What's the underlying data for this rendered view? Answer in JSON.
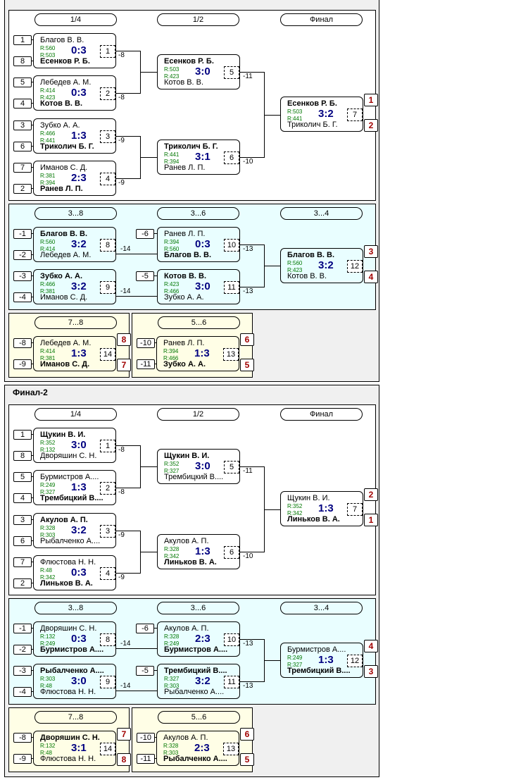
{
  "brackets": [
    {
      "title": "Финал-1",
      "main": {
        "headers": [
          "1/4",
          "1/2",
          "Финал"
        ],
        "qf": [
          {
            "seeds": [
              "1",
              "8"
            ],
            "top": "Благов В. В.",
            "bot": "Есенков Р. Б.",
            "top_r": "R:560",
            "bot_r": "R:503",
            "score": "0:3",
            "num": "1",
            "winner": "bot",
            "loser_label": "-8"
          },
          {
            "seeds": [
              "5",
              "4"
            ],
            "top": "Лебедев А. М.",
            "bot": "Котов В. В.",
            "top_r": "R:414",
            "bot_r": "R:423",
            "score": "0:3",
            "num": "2",
            "winner": "bot",
            "loser_label": "-8"
          },
          {
            "seeds": [
              "3",
              "6"
            ],
            "top": "Зубко А. А.",
            "bot": "Триколич Б. Г.",
            "top_r": "R:466",
            "bot_r": "R:441",
            "score": "1:3",
            "num": "3",
            "winner": "bot",
            "loser_label": "-9"
          },
          {
            "seeds": [
              "7",
              "2"
            ],
            "top": "Иманов С. Д.",
            "bot": "Ранев Л. П.",
            "top_r": "R:381",
            "bot_r": "R:394",
            "score": "2:3",
            "num": "4",
            "winner": "bot",
            "loser_label": "-9"
          }
        ],
        "sf": [
          {
            "top": "Есенков Р. Б.",
            "bot": "Котов В. В.",
            "top_r": "R:503",
            "bot_r": "R:423",
            "score": "3:0",
            "num": "5",
            "winner": "top",
            "loser_label": "-11"
          },
          {
            "top": "Триколич Б. Г.",
            "bot": "Ранев Л. П.",
            "top_r": "R:441",
            "bot_r": "R:394",
            "score": "3:1",
            "num": "6",
            "winner": "top",
            "loser_label": "-10"
          }
        ],
        "final": {
          "top": "Есенков Р. Б.",
          "bot": "Триколич Б. Г.",
          "top_r": "R:503",
          "bot_r": "R:441",
          "score": "3:2",
          "num": "7",
          "winner": "top",
          "places": [
            "1",
            "2"
          ]
        }
      },
      "cons": {
        "headers": [
          "3...8",
          "3...6",
          "3...4"
        ],
        "r1": [
          {
            "seeds": [
              "-1",
              "-2"
            ],
            "top": "Благов В. В.",
            "bot": "Лебедев А. М.",
            "top_r": "R:560",
            "bot_r": "R:414",
            "score": "3:2",
            "num": "8",
            "winner": "top",
            "loser_label": "-14"
          },
          {
            "seeds": [
              "-3",
              "-4"
            ],
            "top": "Зубко А. А.",
            "bot": "Иманов С. Д.",
            "top_r": "R:466",
            "bot_r": "R:381",
            "score": "3:2",
            "num": "9",
            "winner": "top",
            "loser_label": "-14"
          }
        ],
        "r2": [
          {
            "seed": "-6",
            "top": "Ранев Л. П.",
            "bot": "Благов В. В.",
            "top_r": "R:394",
            "bot_r": "R:560",
            "score": "0:3",
            "num": "10",
            "winner": "bot",
            "loser_label": "-13"
          },
          {
            "seed": "-5",
            "top": "Котов В. В.",
            "bot": "Зубко А. А.",
            "top_r": "R:423",
            "bot_r": "R:466",
            "score": "3:0",
            "num": "11",
            "winner": "top",
            "loser_label": "-13"
          }
        ],
        "final": {
          "top": "Благов В. В.",
          "bot": "Котов В. В.",
          "top_r": "R:560",
          "bot_r": "R:423",
          "score": "3:2",
          "num": "12",
          "winner": "top",
          "places": [
            "3",
            "4"
          ]
        }
      },
      "p78": {
        "header": "7...8",
        "seeds": [
          "-8",
          "-9"
        ],
        "top": "Лебедев А. М.",
        "bot": "Иманов С. Д.",
        "top_r": "R:414",
        "bot_r": "R:381",
        "score": "1:3",
        "num": "14",
        "winner": "bot",
        "places": [
          "8",
          "7"
        ]
      },
      "p56": {
        "header": "5...6",
        "seeds": [
          "-10",
          "-11"
        ],
        "top": "Ранев Л. П.",
        "bot": "Зубко А. А.",
        "top_r": "R:394",
        "bot_r": "R:466",
        "score": "1:3",
        "num": "13",
        "winner": "bot",
        "places": [
          "6",
          "5"
        ]
      }
    },
    {
      "title": "Финал-2",
      "main": {
        "headers": [
          "1/4",
          "1/2",
          "Финал"
        ],
        "qf": [
          {
            "seeds": [
              "1",
              "8"
            ],
            "top": "Щукин В. И.",
            "bot": "Дворяшин С. Н.",
            "top_r": "R:352",
            "bot_r": "R:132",
            "score": "3:0",
            "num": "1",
            "winner": "top",
            "loser_label": "-8"
          },
          {
            "seeds": [
              "5",
              "4"
            ],
            "top": "Бурмистров А....",
            "bot": "Трембицкий В....",
            "top_r": "R:249",
            "bot_r": "R:327",
            "score": "1:3",
            "num": "2",
            "winner": "bot",
            "loser_label": "-8"
          },
          {
            "seeds": [
              "3",
              "6"
            ],
            "top": "Акулов А. П.",
            "bot": "Рыбалченко А....",
            "top_r": "R:328",
            "bot_r": "R:303",
            "score": "3:2",
            "num": "3",
            "winner": "top",
            "loser_label": "-9"
          },
          {
            "seeds": [
              "7",
              "2"
            ],
            "top": "Флюстова Н. Н.",
            "bot": "Линьков В. А.",
            "top_r": "R:48",
            "bot_r": "R:342",
            "score": "0:3",
            "num": "4",
            "winner": "bot",
            "loser_label": "-9"
          }
        ],
        "sf": [
          {
            "top": "Щукин В. И.",
            "bot": "Трембицкий В....",
            "top_r": "R:352",
            "bot_r": "R:327",
            "score": "3:0",
            "num": "5",
            "winner": "top",
            "loser_label": "-11"
          },
          {
            "top": "Акулов А. П.",
            "bot": "Линьков В. А.",
            "top_r": "R:328",
            "bot_r": "R:342",
            "score": "1:3",
            "num": "6",
            "winner": "bot",
            "loser_label": "-10"
          }
        ],
        "final": {
          "top": "Щукин В. И.",
          "bot": "Линьков В. А.",
          "top_r": "R:352",
          "bot_r": "R:342",
          "score": "1:3",
          "num": "7",
          "winner": "bot",
          "places": [
            "2",
            "1"
          ]
        }
      },
      "cons": {
        "headers": [
          "3...8",
          "3...6",
          "3...4"
        ],
        "r1": [
          {
            "seeds": [
              "-1",
              "-2"
            ],
            "top": "Дворяшин С. Н.",
            "bot": "Бурмистров А....",
            "top_r": "R:132",
            "bot_r": "R:249",
            "score": "0:3",
            "num": "8",
            "winner": "bot",
            "loser_label": "-14"
          },
          {
            "seeds": [
              "-3",
              "-4"
            ],
            "top": "Рыбалченко А....",
            "bot": "Флюстова Н. Н.",
            "top_r": "R:303",
            "bot_r": "R:48",
            "score": "3:0",
            "num": "9",
            "winner": "top",
            "loser_label": "-14"
          }
        ],
        "r2": [
          {
            "seed": "-6",
            "top": "Акулов А. П.",
            "bot": "Бурмистров А....",
            "top_r": "R:328",
            "bot_r": "R:249",
            "score": "2:3",
            "num": "10",
            "winner": "bot",
            "loser_label": "-13"
          },
          {
            "seed": "-5",
            "top": "Трембицкий В....",
            "bot": "Рыбалченко А....",
            "top_r": "R:327",
            "bot_r": "R:303",
            "score": "3:2",
            "num": "11",
            "winner": "top",
            "loser_label": "-13"
          }
        ],
        "final": {
          "top": "Бурмистров А....",
          "bot": "Трембицкий В....",
          "top_r": "R:249",
          "bot_r": "R:327",
          "score": "1:3",
          "num": "12",
          "winner": "bot",
          "places": [
            "4",
            "3"
          ]
        }
      },
      "p78": {
        "header": "7...8",
        "seeds": [
          "-8",
          "-9"
        ],
        "top": "Дворяшин С. Н.",
        "bot": "Флюстова Н. Н.",
        "top_r": "R:132",
        "bot_r": "R:48",
        "score": "3:1",
        "num": "14",
        "winner": "top",
        "places": [
          "7",
          "8"
        ]
      },
      "p56": {
        "header": "5...6",
        "seeds": [
          "-10",
          "-11"
        ],
        "top": "Акулов А. П.",
        "bot": "Рыбалченко А....",
        "top_r": "R:328",
        "bot_r": "R:303",
        "score": "2:3",
        "num": "13",
        "winner": "bot",
        "places": [
          "6",
          "5"
        ]
      }
    }
  ]
}
